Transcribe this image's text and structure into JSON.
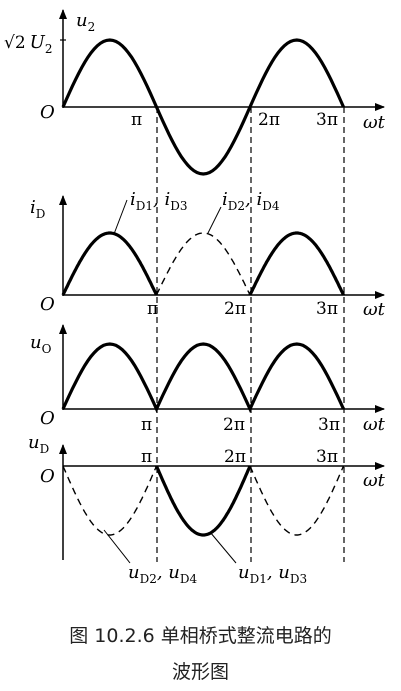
{
  "panels": {
    "p1": {
      "ylabel": "u",
      "ylabel_sub": "2",
      "amp_label_sqrt": "√2",
      "amp_label_var": "U",
      "amp_label_sub": "2"
    },
    "p2": {
      "ylabel": "i",
      "ylabel_sub": "D",
      "label_a": "i",
      "label_a_sub1": "D1",
      "label_a_mid": ", i",
      "label_a_sub2": "D3",
      "label_b": "i",
      "label_b_sub1": "D2",
      "label_b_mid": ", i",
      "label_b_sub2": "D4"
    },
    "p3": {
      "ylabel": "u",
      "ylabel_sub": "O"
    },
    "p4": {
      "ylabel": "u",
      "ylabel_sub": "D",
      "label_a": "u",
      "label_a_sub1": "D2",
      "label_a_mid": ", u",
      "label_a_sub2": "D4",
      "label_b": "u",
      "label_b_sub1": "D1",
      "label_b_mid": ", u",
      "label_b_sub2": "D3"
    }
  },
  "axis": {
    "origin": "O",
    "xlabel": "ωt",
    "tick_pi": "π",
    "tick_2pi": "2π",
    "tick_3pi": "3π"
  },
  "caption": {
    "line1": "图 10.2.6   单相桥式整流电路的",
    "line2": "波形图"
  }
}
